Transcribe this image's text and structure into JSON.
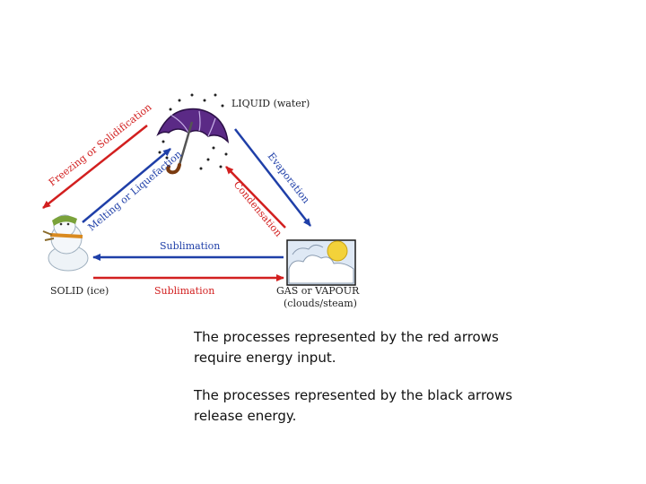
{
  "states": {
    "liquid": "LIQUID (water)",
    "solid": "SOLID (ice)",
    "gas_line1": "GAS or VAPOUR",
    "gas_line2": "(clouds/steam)"
  },
  "processes": {
    "freezing": "Freezing or Solidification",
    "melting": "Melting or Liquefaction",
    "evaporation": "Evaporation",
    "condensation": "Condensation",
    "sublimation_top": "Sublimation",
    "sublimation_bottom": "Sublimation"
  },
  "colors": {
    "red_arrow": "#d21f1f",
    "blue_arrow": "#1f3fa8"
  },
  "icons": {
    "liquid": "umbrella-rain-icon",
    "solid": "snowman-icon",
    "gas": "sun-clouds-icon"
  },
  "captions": {
    "red_note": "The processes represented by the red arrows require energy input.",
    "black_note": "The processes represented by the black arrows release energy."
  }
}
